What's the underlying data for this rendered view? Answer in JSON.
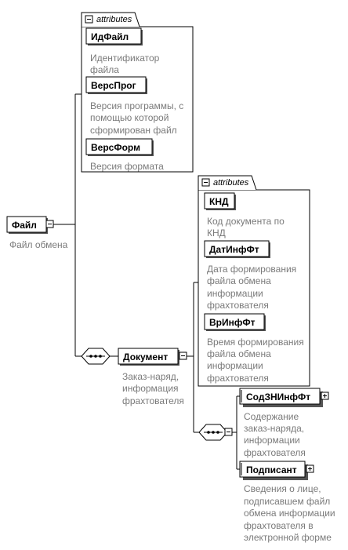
{
  "root": {
    "name": "Файл",
    "doc": [
      "Файл обмена"
    ]
  },
  "root_attributes": {
    "tab_label": "attributes",
    "items": [
      {
        "name": "ИдФайл",
        "doc": [
          "Идентификатор",
          "файла"
        ]
      },
      {
        "name": "ВерсПрог",
        "doc": [
          "Версия программы, с",
          "помощью которой",
          "сформирован файл"
        ]
      },
      {
        "name": "ВерсФорм",
        "doc": [
          "Версия формата"
        ]
      }
    ]
  },
  "document": {
    "name": "Документ",
    "doc": [
      "Заказ-наряд,",
      "информация",
      "фрахтователя"
    ]
  },
  "document_attributes": {
    "tab_label": "attributes",
    "items": [
      {
        "name": "КНД",
        "doc": [
          "Код документа по",
          "КНД"
        ]
      },
      {
        "name": "ДатИнфФт",
        "doc": [
          "Дата формирования",
          "файла обмена",
          "информации",
          "фрахтователя"
        ]
      },
      {
        "name": "ВрИнфФт",
        "doc": [
          "Время формирования",
          "файла обмена",
          "информации",
          "фрахтователя"
        ]
      }
    ]
  },
  "document_children": [
    {
      "name": "СодЗНИнфФт",
      "doc": [
        "Содержание",
        "заказ-наряда,",
        "информации",
        "фрахтователя"
      ]
    },
    {
      "name": "Подписант",
      "doc": [
        "Сведения о лице,",
        "подписавшем файл",
        "обмена информации",
        "фрахтователя в",
        "электронной форме"
      ]
    }
  ]
}
